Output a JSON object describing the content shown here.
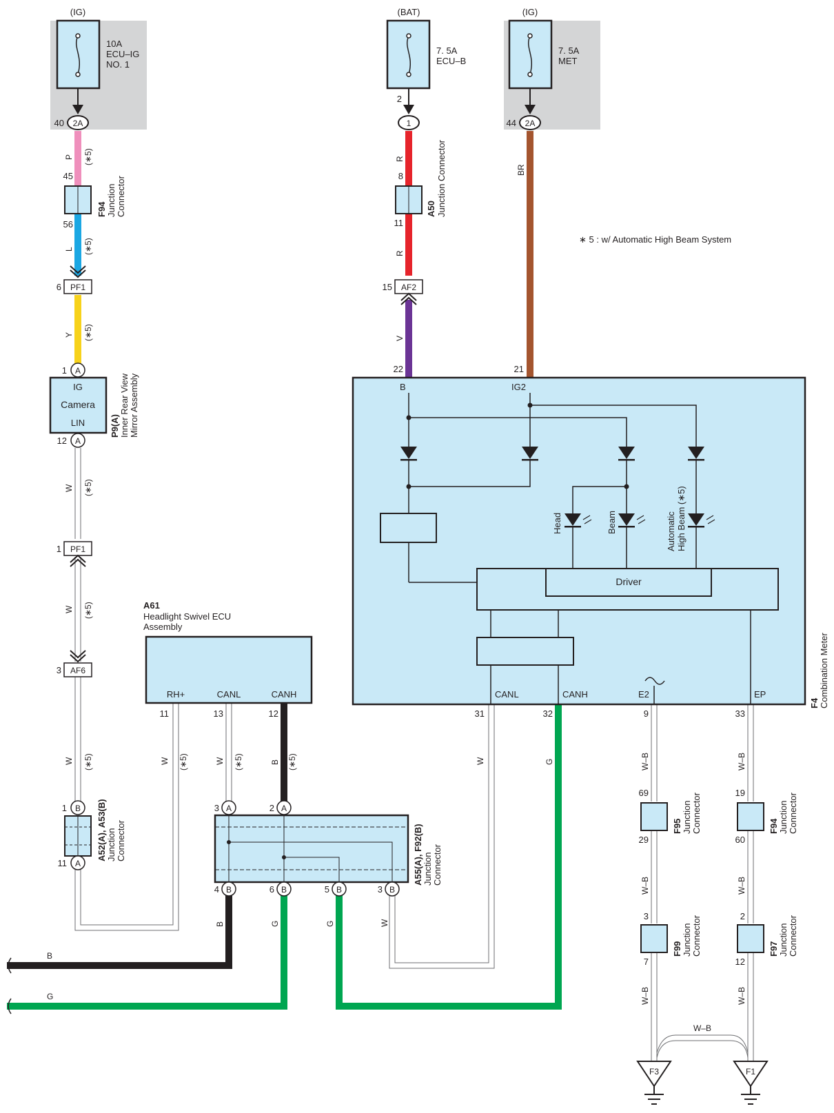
{
  "fuses": {
    "ecu_ig": {
      "supply": "(IG)",
      "amp": "10A",
      "name": "ECU–IG",
      "no": "NO. 1",
      "pin": "40",
      "conn": "2A"
    },
    "ecu_b": {
      "supply": "(BAT)",
      "amp": "7. 5A",
      "name": "ECU–B",
      "pin_top": "2",
      "conn": "1"
    },
    "met": {
      "supply": "(IG)",
      "amp": "7. 5A",
      "name": "MET",
      "pin": "44",
      "conn": "2A"
    }
  },
  "note": "∗ 5 : w/ Automatic High Beam System",
  "left_chain": {
    "wire_p": "P",
    "opt": "(∗5)",
    "f94_top": {
      "code": "F94",
      "label": "Junction",
      "label2": "Connector",
      "pin_in": "45",
      "pin_out": "56"
    },
    "wire_l": "L",
    "pf1_top": {
      "code": "PF1",
      "pin": "6"
    },
    "wire_y": "Y",
    "mirror": {
      "code": "P9(A)",
      "name1": "Inner Rear View",
      "name2": "Mirror Assembly",
      "ig": "IG",
      "camera": "Camera",
      "lin": "LIN",
      "pin_ig": "1",
      "pin_lin": "12",
      "letter": "A"
    },
    "wire_w": "W",
    "pf1_bot": {
      "code": "PF1",
      "pin": "1"
    },
    "af6": {
      "code": "AF6",
      "pin": "3"
    },
    "a52": {
      "code": "A52(A), A53(B)",
      "label": "Junction",
      "label2": "Connector",
      "pin_top": "1",
      "letter_top": "B",
      "pin_bot": "11",
      "letter_bot": "A"
    }
  },
  "a61": {
    "code": "A61",
    "name1": "Headlight Swivel ECU",
    "name2": "Assembly",
    "rh": "RH+",
    "canl": "CANL",
    "canh": "CANH",
    "pin_rh": "11",
    "pin_canl": "13",
    "pin_canh": "12",
    "wire_w": "W",
    "wire_b": "B",
    "opt": "(∗5)"
  },
  "a55": {
    "code": "A55(A), F92(B)",
    "label": "Junction",
    "label2": "Connector",
    "p3": "3",
    "lA": "A",
    "p2": "2",
    "p4": "4",
    "lB": "B",
    "p6": "6",
    "p5": "5",
    "p3b": "3"
  },
  "bottom_wires": {
    "b1": "B",
    "g1": "G",
    "g2": "G",
    "w": "W",
    "lbl_b": "B",
    "lbl_g": "G"
  },
  "middle": {
    "wire_r": "R",
    "a50": {
      "code": "A50",
      "label": "Junction Connector",
      "pin_in": "8",
      "pin_out": "11"
    },
    "af2": {
      "code": "AF2",
      "pin": "15"
    },
    "wire_v": "V",
    "wire_br": "BR",
    "wire_w": "W",
    "wire_g": "G"
  },
  "meter": {
    "code": "F4",
    "name": "Combination Meter",
    "pin_b": "22",
    "lbl_b": "B",
    "pin_ig2": "21",
    "lbl_ig2": "IG2",
    "head": "Head",
    "beam": "Beam",
    "auto1": "Automatic",
    "auto2": "High Beam (∗5)",
    "driver": "Driver",
    "canl": "CANL",
    "canh": "CANH",
    "e2": "E2",
    "ep": "EP",
    "pin_canl": "31",
    "pin_canh": "32",
    "pin_e2": "9",
    "pin_ep": "33"
  },
  "ground_chain": {
    "wire_wb": "W–B",
    "f95": {
      "code": "F95",
      "label": "Junction",
      "label2": "Connector",
      "pin_in": "69",
      "pin_out": "29"
    },
    "f94": {
      "code": "F94",
      "label": "Junction",
      "label2": "Connector",
      "pin_in": "19",
      "pin_out": "60"
    },
    "f99": {
      "code": "F99",
      "label": "Junction",
      "label2": "Connector",
      "pin_in": "3",
      "pin_out": "7"
    },
    "f97": {
      "code": "F97",
      "label": "Junction",
      "label2": "Connector",
      "pin_in": "2",
      "pin_out": "12"
    },
    "ground_f3": "F3",
    "ground_f1": "F1"
  },
  "colors": {
    "box_fill": "#c9e9f7",
    "fuse_bg": "#d4d5d6",
    "pink": "#ef8fbc",
    "blue": "#1ba7e3",
    "yellow": "#f7d21b",
    "red": "#e6242b",
    "purple": "#6b3495",
    "brown": "#a4552f",
    "green": "#00a651",
    "black": "#231f20"
  }
}
